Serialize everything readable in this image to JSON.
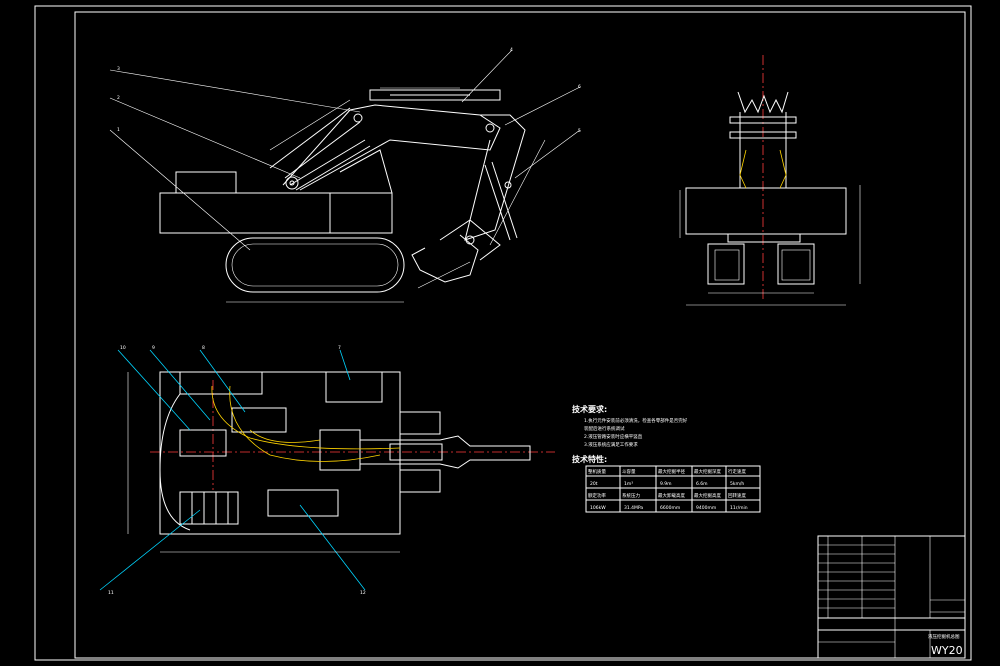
{
  "balloons": {
    "b1": "1",
    "b2": "2",
    "b3": "3",
    "b4": "4",
    "b5": "5",
    "b6": "6",
    "b7": "7",
    "b8": "8",
    "b9": "9",
    "b10": "10",
    "b11": "11",
    "b12": "12"
  },
  "notes": {
    "tech_requirements_title": "技术要求:",
    "tech_lines": [
      "1.执行元件安装前必须清洗，检查各零部件是否完好",
      "  装配后进行系统调试",
      "2.液压管路安装时应横平竖直",
      "3.液压系统应满足工作要求"
    ],
    "tech_params_title": "技术特性:"
  },
  "params_table": {
    "headers": [
      "整机质量",
      "斗容量",
      "最大挖掘半径",
      "最大挖掘深度",
      "行走速度"
    ],
    "row1": [
      "20t",
      "1m³",
      "9.9m",
      "6.6m",
      "5km/h"
    ],
    "row2": [
      "额定功率",
      "系统压力",
      "最大卸载高度",
      "最大挖掘高度",
      "回转速度"
    ],
    "row3": [
      "106kW",
      "31.4MPa",
      "6600mm",
      "9400mm",
      "11r/min"
    ]
  },
  "title_block": {
    "drawing_code": "WY20",
    "drawing_name": "液压挖掘机总图"
  },
  "colors": {
    "background": "#000000",
    "lines": "#ffffff",
    "leaders": "#00d5ff",
    "centerlines": "#ff3b3b",
    "hoses": "#ffd400"
  }
}
